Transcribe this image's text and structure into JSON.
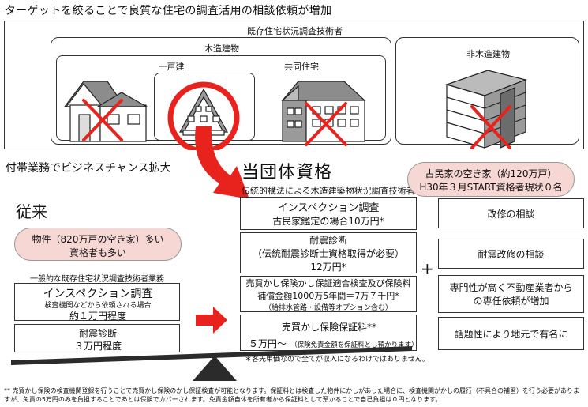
{
  "header": {
    "title": "ターゲットを絞ることで良質な住宅の調査活用の相談依頼が増加"
  },
  "top_panel": {
    "title": "既存住宅状況調査技術者",
    "wooden": {
      "label": "木造建物",
      "detached": "一戸建",
      "apartment": "共同住宅"
    },
    "non_wooden": {
      "label": "非木造建物"
    }
  },
  "side_heading": "付帯業務でビジネスチャンス拡大",
  "qualification": {
    "title": "当団体資格",
    "subtitle": "伝統的構法による木造建築物状況調査技術者",
    "bubble_line1": "古民家の空き家（約120万戸）",
    "bubble_line2": "H30年３月START資格者現状０名",
    "items": [
      {
        "line1": "インスペクション調査",
        "line2": "古民家鑑定の場合10万円*"
      },
      {
        "line1": "耐震診断",
        "line2": "（伝統耐震診断士資格取得が必要）",
        "line3": "12万円*"
      },
      {
        "line1": "売買かし保険かし保証適合検査及び保険料",
        "line2": "補償金額1000万5年間＝7万７千円*",
        "line3": "（給排水管路・設備等オプション含む）"
      },
      {
        "line1": "売買かし保険保証料**",
        "line2": "５万円〜",
        "line2_small": "（保険免責金額を保証料とし預かります）"
      }
    ],
    "note": "＊客先単価なので全てが収入になるわけではありません。"
  },
  "plus": "+",
  "benefits": [
    "改修の相談",
    "耐震改修の相談",
    "専門性が高く不動産業者からの専任依頼が増加",
    "話題性により地元で有名に"
  ],
  "conventional": {
    "title": "従来",
    "bubble_line1": "物件（820万戸の空き家）多い",
    "bubble_line2": "資格者も多い",
    "section_label": "一般的な既存住宅状況調査技術者業務",
    "inspection_title": "インスペクション調査",
    "inspection_sub": "検査機関などから依頼される場合",
    "inspection_price": "約１万円程度",
    "seismic_title": "耐震診断",
    "seismic_price": "３万円程度"
  },
  "footnote": "** 売買かし保険の検査機関登録を行うことで売買かし保険のかし保証検査が可能となります。保証料とは検査した物件にかしがあった場合に、検査機関がかしの履行（不具合の補習）を行う必要がありますが、免責の5万円のみを負担することであとは保険でカバーされます。免責金額自体を所有者から保証料として預かることで自己負担は０円となります。",
  "colors": {
    "accent_red": "#e8231e",
    "bubble_pink": "#f6d7d4",
    "scale_dark": "#2b2b2b"
  }
}
